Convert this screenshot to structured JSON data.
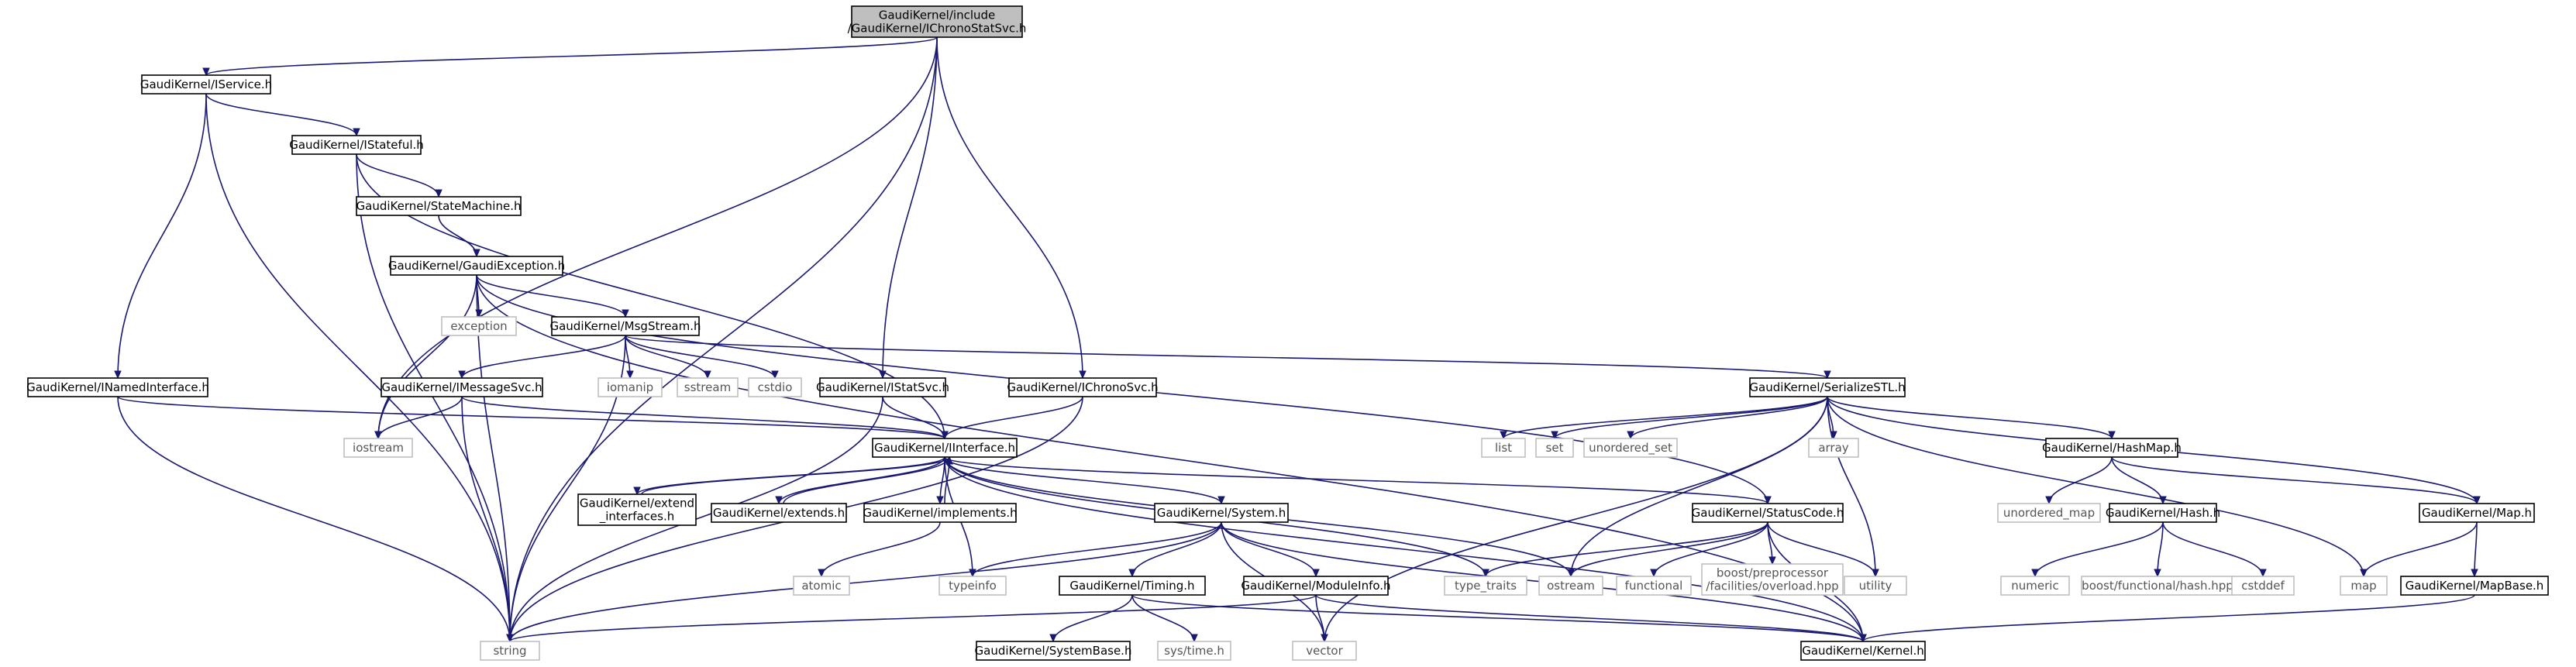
{
  "colors": {
    "edge": "#191970",
    "root_fill": "#bfbfbf",
    "node_border": "#000000",
    "system_border": "#c0c0c0",
    "background": "#ffffff"
  },
  "nodes": {
    "root": {
      "lines": [
        "GaudiKernel/include",
        "/GaudiKernel/IChronoStatSvc.h"
      ],
      "kind": "root"
    },
    "iservice": {
      "lines": [
        "GaudiKernel/IService.h"
      ],
      "kind": "header"
    },
    "istateful": {
      "lines": [
        "GaudiKernel/IStateful.h"
      ],
      "kind": "header"
    },
    "statemachine": {
      "lines": [
        "GaudiKernel/StateMachine.h"
      ],
      "kind": "header"
    },
    "gaudiexception": {
      "lines": [
        "GaudiKernel/GaudiException.h"
      ],
      "kind": "header"
    },
    "msgstream": {
      "lines": [
        "GaudiKernel/MsgStream.h"
      ],
      "kind": "header"
    },
    "imessagesvc": {
      "lines": [
        "GaudiKernel/IMessageSvc.h"
      ],
      "kind": "header"
    },
    "inamedinterface": {
      "lines": [
        "GaudiKernel/INamedInterface.h"
      ],
      "kind": "header"
    },
    "istatsvc": {
      "lines": [
        "GaudiKernel/IStatSvc.h"
      ],
      "kind": "header"
    },
    "ichronosvc": {
      "lines": [
        "GaudiKernel/IChronoSvc.h"
      ],
      "kind": "header"
    },
    "iinterface": {
      "lines": [
        "GaudiKernel/IInterface.h"
      ],
      "kind": "header"
    },
    "extend_interfaces": {
      "lines": [
        "GaudiKernel/extend",
        "_interfaces.h"
      ],
      "kind": "header"
    },
    "extends": {
      "lines": [
        "GaudiKernel/extends.h"
      ],
      "kind": "header"
    },
    "implements": {
      "lines": [
        "GaudiKernel/implements.h"
      ],
      "kind": "header"
    },
    "system": {
      "lines": [
        "GaudiKernel/System.h"
      ],
      "kind": "header"
    },
    "timing": {
      "lines": [
        "GaudiKernel/Timing.h"
      ],
      "kind": "header"
    },
    "moduleinfo": {
      "lines": [
        "GaudiKernel/ModuleInfo.h"
      ],
      "kind": "header"
    },
    "systembase": {
      "lines": [
        "GaudiKernel/SystemBase.h"
      ],
      "kind": "header"
    },
    "statuscode": {
      "lines": [
        "GaudiKernel/StatusCode.h"
      ],
      "kind": "header"
    },
    "kernel": {
      "lines": [
        "GaudiKernel/Kernel.h"
      ],
      "kind": "header"
    },
    "serializestl": {
      "lines": [
        "GaudiKernel/SerializeSTL.h"
      ],
      "kind": "header"
    },
    "hashmap": {
      "lines": [
        "GaudiKernel/HashMap.h"
      ],
      "kind": "header"
    },
    "hash": {
      "lines": [
        "GaudiKernel/Hash.h"
      ],
      "kind": "header"
    },
    "map_h": {
      "lines": [
        "GaudiKernel/Map.h"
      ],
      "kind": "header"
    },
    "mapbase": {
      "lines": [
        "GaudiKernel/MapBase.h"
      ],
      "kind": "header"
    },
    "string": {
      "lines": [
        "string"
      ],
      "kind": "system"
    },
    "iostream": {
      "lines": [
        "iostream"
      ],
      "kind": "system"
    },
    "exception": {
      "lines": [
        "exception"
      ],
      "kind": "system"
    },
    "iomanip": {
      "lines": [
        "iomanip"
      ],
      "kind": "system"
    },
    "sstream": {
      "lines": [
        "sstream"
      ],
      "kind": "system"
    },
    "cstdio": {
      "lines": [
        "cstdio"
      ],
      "kind": "system"
    },
    "list": {
      "lines": [
        "list"
      ],
      "kind": "system"
    },
    "set": {
      "lines": [
        "set"
      ],
      "kind": "system"
    },
    "unordered_set": {
      "lines": [
        "unordered_set"
      ],
      "kind": "system"
    },
    "array": {
      "lines": [
        "array"
      ],
      "kind": "system"
    },
    "atomic": {
      "lines": [
        "atomic"
      ],
      "kind": "system"
    },
    "typeinfo": {
      "lines": [
        "typeinfo"
      ],
      "kind": "system"
    },
    "type_traits": {
      "lines": [
        "type_traits"
      ],
      "kind": "system"
    },
    "ostream": {
      "lines": [
        "ostream"
      ],
      "kind": "system"
    },
    "functional": {
      "lines": [
        "functional"
      ],
      "kind": "system"
    },
    "boost_overload": {
      "lines": [
        "boost/preprocessor",
        "/facilities/overload.hpp"
      ],
      "kind": "system"
    },
    "utility": {
      "lines": [
        "utility"
      ],
      "kind": "system"
    },
    "unordered_map": {
      "lines": [
        "unordered_map"
      ],
      "kind": "system"
    },
    "numeric": {
      "lines": [
        "numeric"
      ],
      "kind": "system"
    },
    "boost_hash": {
      "lines": [
        "boost/functional/hash.hpp"
      ],
      "kind": "system"
    },
    "cstddef": {
      "lines": [
        "cstddef"
      ],
      "kind": "system"
    },
    "map": {
      "lines": [
        "map"
      ],
      "kind": "system"
    },
    "vector": {
      "lines": [
        "vector"
      ],
      "kind": "system"
    },
    "sys_time": {
      "lines": [
        "sys/time.h"
      ],
      "kind": "system"
    }
  },
  "edges": [
    [
      "root",
      "iservice"
    ],
    [
      "root",
      "iostream"
    ],
    [
      "root",
      "istatsvc"
    ],
    [
      "root",
      "ichronosvc"
    ],
    [
      "root",
      "string"
    ],
    [
      "iservice",
      "string"
    ],
    [
      "iservice",
      "inamedinterface"
    ],
    [
      "iservice",
      "istateful"
    ],
    [
      "istateful",
      "string"
    ],
    [
      "istateful",
      "statemachine"
    ],
    [
      "istateful",
      "iinterface"
    ],
    [
      "statemachine",
      "gaudiexception"
    ],
    [
      "gaudiexception",
      "string"
    ],
    [
      "gaudiexception",
      "iostream"
    ],
    [
      "gaudiexception",
      "exception"
    ],
    [
      "gaudiexception",
      "msgstream"
    ],
    [
      "gaudiexception",
      "statuscode"
    ],
    [
      "gaudiexception",
      "kernel"
    ],
    [
      "msgstream",
      "imessagesvc"
    ],
    [
      "msgstream",
      "string"
    ],
    [
      "msgstream",
      "iomanip"
    ],
    [
      "msgstream",
      "sstream"
    ],
    [
      "msgstream",
      "cstdio"
    ],
    [
      "msgstream",
      "serializestl"
    ],
    [
      "imessagesvc",
      "iostream"
    ],
    [
      "imessagesvc",
      "string"
    ],
    [
      "imessagesvc",
      "iinterface"
    ],
    [
      "inamedinterface",
      "string"
    ],
    [
      "inamedinterface",
      "iinterface"
    ],
    [
      "istatsvc",
      "iinterface"
    ],
    [
      "istatsvc",
      "string"
    ],
    [
      "ichronosvc",
      "iinterface"
    ],
    [
      "ichronosvc",
      "string"
    ],
    [
      "iinterface",
      "extend_interfaces"
    ],
    [
      "iinterface",
      "extends"
    ],
    [
      "iinterface",
      "implements"
    ],
    [
      "iinterface",
      "system"
    ],
    [
      "iinterface",
      "typeinfo"
    ],
    [
      "iinterface",
      "type_traits"
    ],
    [
      "iinterface",
      "ostream"
    ],
    [
      "iinterface",
      "statuscode"
    ],
    [
      "iinterface",
      "kernel"
    ],
    [
      "extend_interfaces",
      "iinterface"
    ],
    [
      "extends",
      "iinterface"
    ],
    [
      "implements",
      "iinterface"
    ],
    [
      "implements",
      "atomic"
    ],
    [
      "system",
      "string"
    ],
    [
      "system",
      "typeinfo"
    ],
    [
      "system",
      "timing"
    ],
    [
      "system",
      "moduleinfo"
    ],
    [
      "system",
      "vector"
    ],
    [
      "system",
      "kernel"
    ],
    [
      "timing",
      "systembase"
    ],
    [
      "timing",
      "sys_time"
    ],
    [
      "timing",
      "kernel"
    ],
    [
      "moduleinfo",
      "string"
    ],
    [
      "moduleinfo",
      "vector"
    ],
    [
      "moduleinfo",
      "kernel"
    ],
    [
      "statuscode",
      "type_traits"
    ],
    [
      "statuscode",
      "ostream"
    ],
    [
      "statuscode",
      "functional"
    ],
    [
      "statuscode",
      "boost_overload"
    ],
    [
      "statuscode",
      "utility"
    ],
    [
      "statuscode",
      "kernel"
    ],
    [
      "serializestl",
      "list"
    ],
    [
      "serializestl",
      "set"
    ],
    [
      "serializestl",
      "unordered_set"
    ],
    [
      "serializestl",
      "array"
    ],
    [
      "serializestl",
      "ostream"
    ],
    [
      "serializestl",
      "utility"
    ],
    [
      "serializestl",
      "vector"
    ],
    [
      "serializestl",
      "hashmap"
    ],
    [
      "serializestl",
      "map"
    ],
    [
      "serializestl",
      "map_h"
    ],
    [
      "hashmap",
      "unordered_map"
    ],
    [
      "hashmap",
      "hash"
    ],
    [
      "hashmap",
      "map_h"
    ],
    [
      "hash",
      "numeric"
    ],
    [
      "hash",
      "boost_hash"
    ],
    [
      "hash",
      "cstddef"
    ],
    [
      "map_h",
      "map"
    ],
    [
      "map_h",
      "mapbase"
    ],
    [
      "mapbase",
      "kernel"
    ]
  ]
}
